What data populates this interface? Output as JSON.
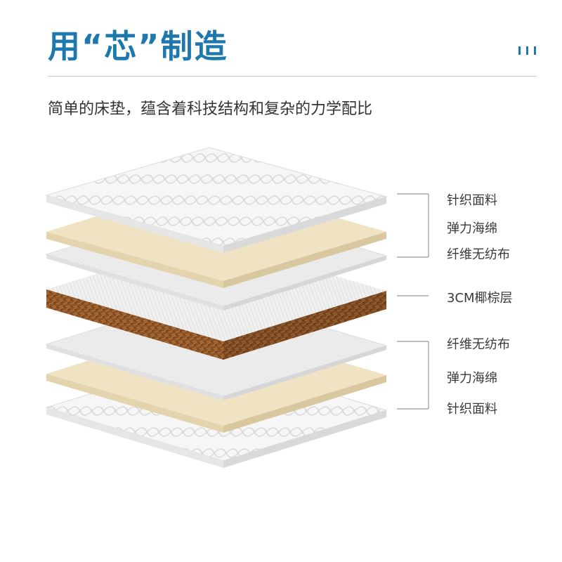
{
  "header": {
    "title": "用“芯”制造",
    "subtitle": "简单的床垫，蕴含着科技结构和复杂的力学配比"
  },
  "layers": {
    "top_group": [
      "针织面料",
      "弹力海绵",
      "纤维无纺布"
    ],
    "core": "3CM椰棕层",
    "bottom_group": [
      "纤维无纺布",
      "弹力海绵",
      "针织面料"
    ]
  },
  "colors": {
    "title": "#1f78ad",
    "fabric": "#f4f4f4",
    "sponge": "#efe3c3",
    "nonwoven": "#e9e9e9",
    "coir": "#8a4f22"
  }
}
